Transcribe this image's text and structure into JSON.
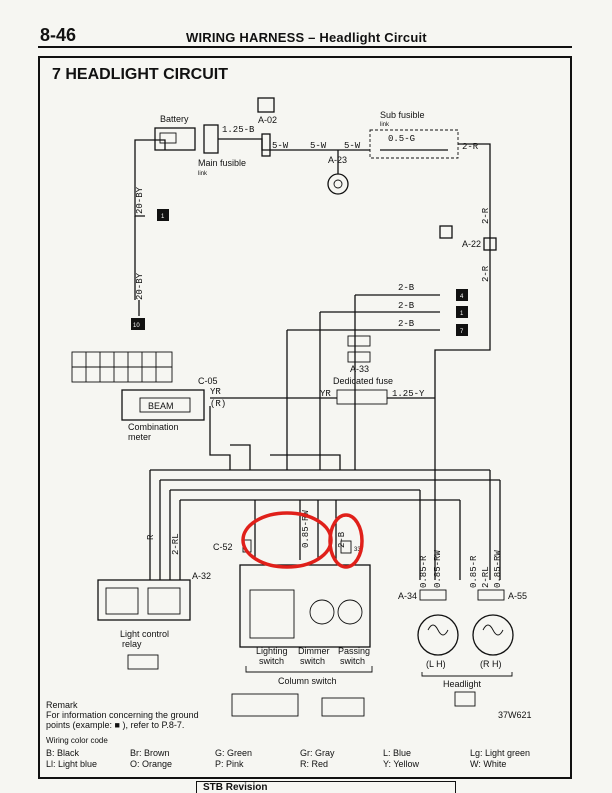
{
  "header": {
    "page": "8-46",
    "title": "WIRING HARNESS – Headlight Circuit"
  },
  "section_title": "7 HEADLIGHT CIRCUIT",
  "labels": {
    "battery": "Battery",
    "main_fusible_1": "Main fusible",
    "main_fusible_2": "link",
    "sub_fusible_1": "Sub fusible",
    "sub_fusible_2": "link",
    "a02": "A-02",
    "a23": "A-23",
    "a22": "A-22",
    "a33": "A-33",
    "c05": "C-05",
    "c52": "C-52",
    "a32": "A-32",
    "a34": "A-34",
    "a55": "A-55",
    "dedicated_fuse": "Dedicated fuse",
    "combination_1": "Combination",
    "combination_2": "meter",
    "beam": "BEAM",
    "relay_1": "Light control",
    "relay_2": "relay",
    "lighting_1": "Lighting",
    "lighting_2": "switch",
    "dimmer_1": "Dimmer",
    "dimmer_2": "switch",
    "passing_1": "Passing",
    "passing_2": "switch",
    "column_switch": "Column switch",
    "headlight": "Headlight",
    "lh": "(L H)",
    "rh": "(R H)",
    "code": "37W621"
  },
  "wires": {
    "w125b": "1.25-B",
    "w5w_a": "5-W",
    "w5w_b": "5-W",
    "w5w_c": "5-W",
    "w05g": "0.5-G",
    "w2r_top": "2-R",
    "w20by": "20-BY",
    "w20bv": "20-BY",
    "w2r_mid": "2-R",
    "w2r_low": "2-R",
    "w2b_1": "2-B",
    "w2b_2": "2-B",
    "w2b_3": "2-B",
    "wyr": "YR",
    "wyr_r": "(R)",
    "w125y": "1.25-Y",
    "wyr_b": "YR",
    "w2rl": "2-RL",
    "wr": "R",
    "w085rw": "0.85-RW",
    "w2b_c": "2-B",
    "w085r_l": "0.85-R",
    "w085rw_l": "0.85-RW",
    "w085r_r": "0.85-R",
    "w2rl_r": "2-RL",
    "w085rw_r": "0.85-RW"
  },
  "grounds": [
    "1",
    "4",
    "1",
    "7",
    "10"
  ],
  "remark": {
    "heading": "Remark",
    "line1": "For information concerning the ground",
    "line2": "points (example: ■ ), refer to P.8-7."
  },
  "color_code": {
    "heading": "Wiring color code",
    "entries": [
      {
        "code": "B: Black"
      },
      {
        "code": "Br: Brown"
      },
      {
        "code": "G: Green"
      },
      {
        "code": "Gr: Gray"
      },
      {
        "code": "L: Blue"
      },
      {
        "code": "Lg: Light green"
      },
      {
        "code": "Ll: Light blue"
      },
      {
        "code": "O: Orange"
      },
      {
        "code": "P: Pink"
      },
      {
        "code": "R: Red"
      },
      {
        "code": "Y: Yellow"
      },
      {
        "code": "W: White"
      }
    ]
  },
  "footer": "STB Revision"
}
